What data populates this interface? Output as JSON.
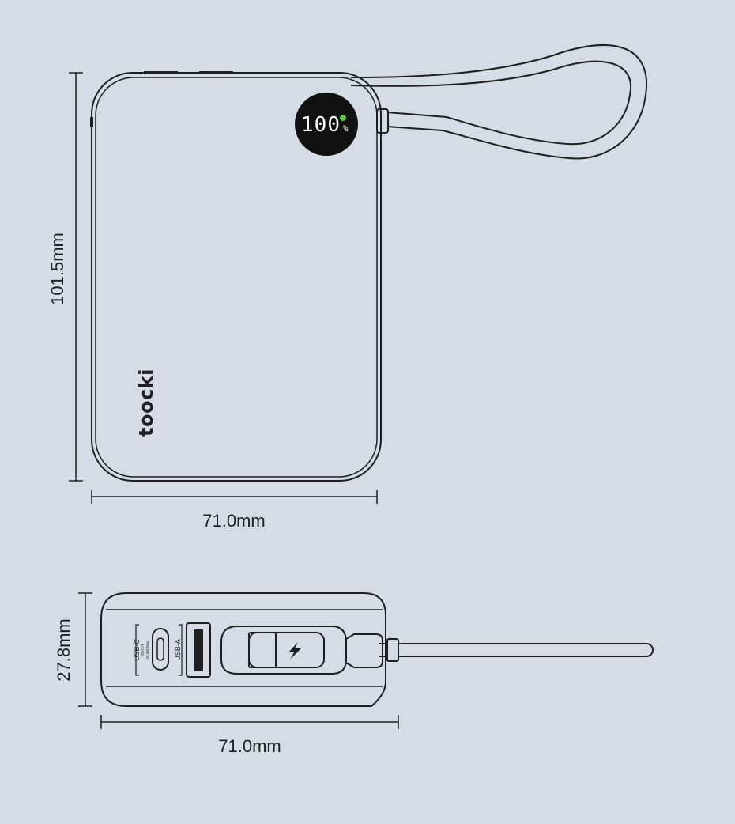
{
  "top_view": {
    "height_label": "101.5mm",
    "width_label": "71.0mm",
    "brand": "toocki",
    "display": {
      "percent_value": "100",
      "percent_sign": "%"
    }
  },
  "side_view": {
    "height_label": "27.8mm",
    "width_label": "71.0mm",
    "usb_c": {
      "label": "USB-C",
      "sub1": "IN/OUT",
      "sub2": "22.5W Max"
    },
    "usb_a": {
      "label": "USB-A"
    }
  },
  "colors": {
    "background": "#d5dce6",
    "line": "#1f1f1f",
    "display_bg": "#111111",
    "charge_indicator": "#5cc84a"
  }
}
